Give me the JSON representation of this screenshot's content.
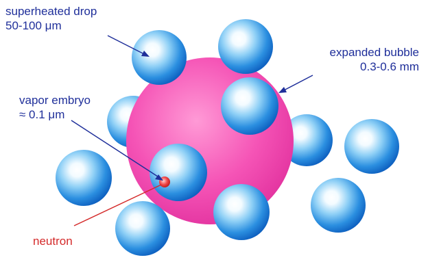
{
  "labels": {
    "superheated_drop": {
      "line1": "superheated drop",
      "line2": "50-100 μm"
    },
    "expanded_bubble": {
      "line1": "expanded bubble",
      "line2": "0.3-0.6 mm"
    },
    "vapor_embryo": {
      "line1": "vapor embryo",
      "line2": "≈ 0.1 μm"
    },
    "neutron": {
      "line1": "neutron"
    }
  },
  "colors": {
    "label_text": "#1f2f9a",
    "neutron_text": "#d42a2a",
    "bubble": "#f24fb2",
    "drop_edge": "#1478d8",
    "drop_highlight": "#ffffff",
    "embryo": "#e02828"
  }
}
